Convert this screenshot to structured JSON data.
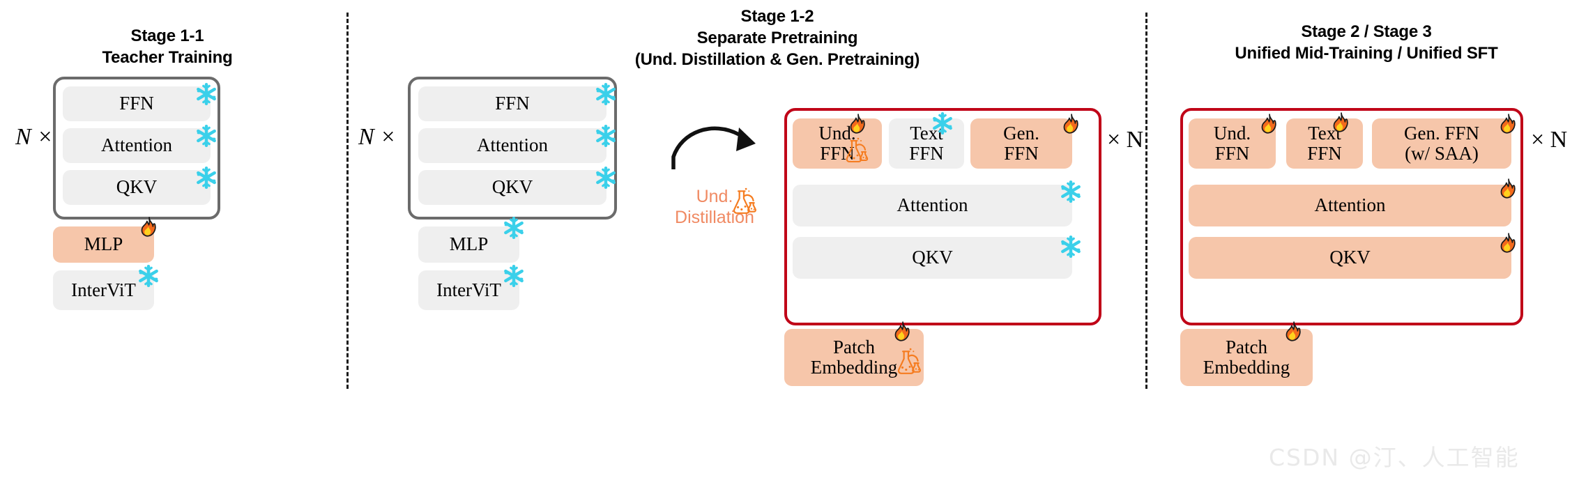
{
  "diagram": {
    "columns": [
      {
        "id": "stage-1-1",
        "title_lines": [
          "Stage 1-1",
          "Teacher Training"
        ],
        "repeat_label": "N ×",
        "blocks": [
          {
            "label": "FFN",
            "fill": "gray",
            "badge": "snowflake-icon"
          },
          {
            "label": "Attention",
            "fill": "gray",
            "badge": "snowflake-icon"
          },
          {
            "label": "QKV",
            "fill": "gray",
            "badge": "snowflake-icon"
          },
          {
            "label": "MLP",
            "fill": "orange",
            "badge": "fire-icon"
          },
          {
            "label": "InterViT",
            "fill": "gray",
            "badge": "snowflake-icon"
          }
        ]
      },
      {
        "id": "stage-1-2",
        "title_lines": [
          "Stage 1-2",
          "Separate Pretraining",
          "(Und. Distillation & Gen. Pretraining)"
        ],
        "repeat_label_left": "N ×",
        "repeat_label_right": "× N",
        "distillation_caption": "Und.\nDistillation",
        "left_blocks": [
          {
            "label": "FFN",
            "fill": "gray",
            "badge": "snowflake-icon"
          },
          {
            "label": "Attention",
            "fill": "gray",
            "badge": "snowflake-icon"
          },
          {
            "label": "QKV",
            "fill": "gray",
            "badge": "snowflake-icon"
          },
          {
            "label": "MLP",
            "fill": "gray",
            "badge": "snowflake-icon"
          },
          {
            "label": "InterViT",
            "fill": "gray",
            "badge": "snowflake-icon"
          }
        ],
        "right_ffn_row": [
          {
            "label": "Und.\nFFN",
            "fill": "orange",
            "badge": "fire-icon",
            "badge2": "distillation-flask-icon"
          },
          {
            "label": "Text\nFFN",
            "fill": "gray",
            "badge": "snowflake-icon",
            "badge2": ""
          },
          {
            "label": "Gen.\nFFN",
            "fill": "orange",
            "badge": "fire-icon",
            "badge2": ""
          }
        ],
        "right_blocks": [
          {
            "label": "Attention",
            "fill": "gray",
            "badge": "snowflake-icon"
          },
          {
            "label": "QKV",
            "fill": "gray",
            "badge": "snowflake-icon"
          }
        ],
        "patch_embedding": {
          "label": "Patch\nEmbedding",
          "fill": "orange",
          "badge": "fire-icon",
          "badge2": "distillation-flask-icon"
        }
      },
      {
        "id": "stage-2-3",
        "title_lines": [
          "Stage 2  /  Stage 3",
          "Unified Mid-Training  /  Unified SFT"
        ],
        "repeat_label_right": "× N",
        "ffn_row": [
          {
            "label": "Und.\nFFN",
            "fill": "orange",
            "badge": "fire-icon"
          },
          {
            "label": "Text\nFFN",
            "fill": "orange",
            "badge": "fire-icon"
          },
          {
            "label": "Gen. FFN\n(w/ SAA)",
            "fill": "orange",
            "badge": "fire-icon"
          }
        ],
        "blocks": [
          {
            "label": "Attention",
            "fill": "orange",
            "badge": "fire-icon"
          },
          {
            "label": "QKV",
            "fill": "orange",
            "badge": "fire-icon"
          }
        ],
        "patch_embedding": {
          "label": "Patch\nEmbedding",
          "fill": "orange",
          "badge": "fire-icon"
        }
      }
    ],
    "colors": {
      "orange_fill": "#f6c6aa",
      "gray_fill": "#efefef",
      "red_outline": "#c00418",
      "gray_outline": "#6b6b6b",
      "distill_text": "#f08a63"
    }
  },
  "watermark": "CSDN @汀、人工智能"
}
